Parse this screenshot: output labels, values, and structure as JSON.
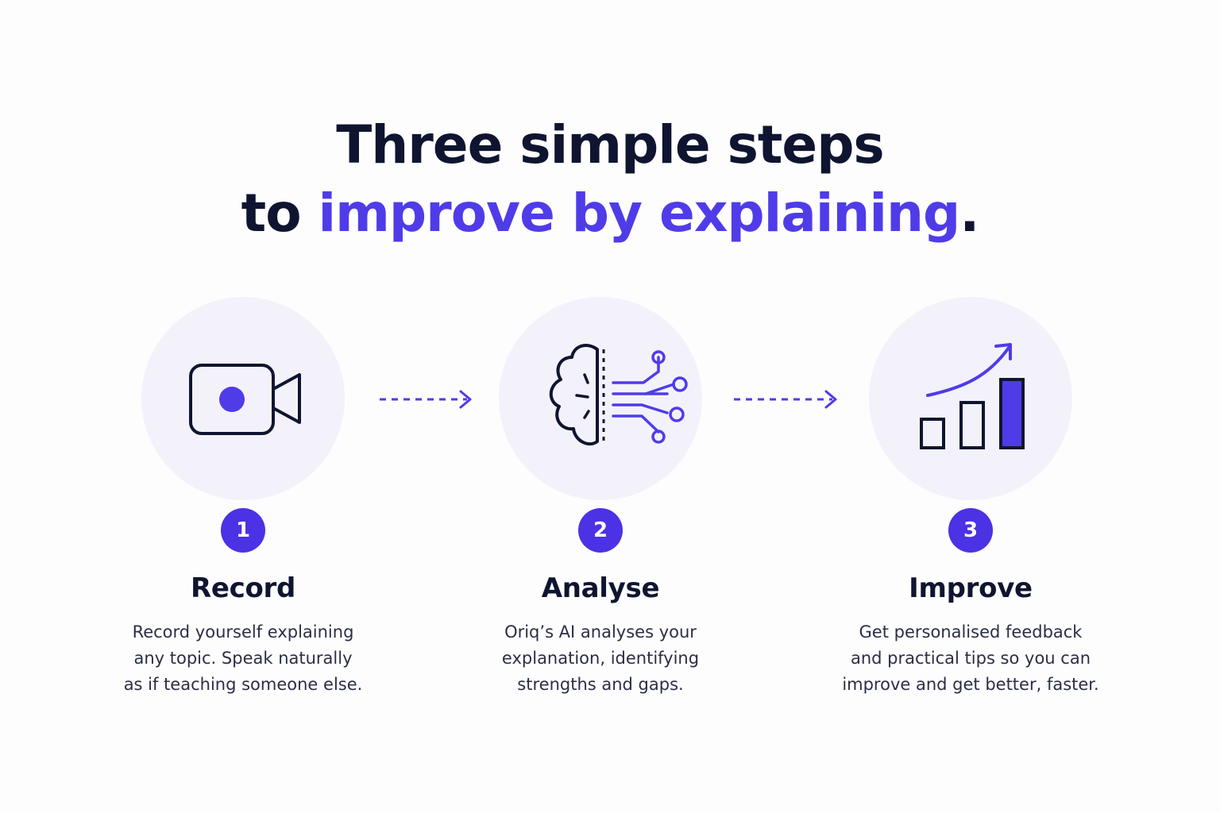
{
  "headline": {
    "line1": "Three simple steps",
    "line2_prefix": "to ",
    "line2_accent": "improve by explaining",
    "line2_suffix": "."
  },
  "colors": {
    "accent": "#4f3ce8",
    "badge": "#4b32e4",
    "circle_bg": "#f3f2fb",
    "text_dark": "#0f1530"
  },
  "steps": [
    {
      "number": "1",
      "icon": "video-camera-icon",
      "title": "Record",
      "desc": [
        "Record yourself explaining",
        "any topic. Speak naturally",
        "as if teaching someone else."
      ]
    },
    {
      "number": "2",
      "icon": "ai-brain-icon",
      "title": "Analyse",
      "desc": [
        "Oriq’s AI analyses your",
        "explanation, identifying",
        "strengths and gaps."
      ]
    },
    {
      "number": "3",
      "icon": "growth-chart-icon",
      "title": "Improve",
      "desc": [
        "Get personalised feedback",
        "and practical tips so you can",
        "improve and get better, faster."
      ]
    }
  ]
}
